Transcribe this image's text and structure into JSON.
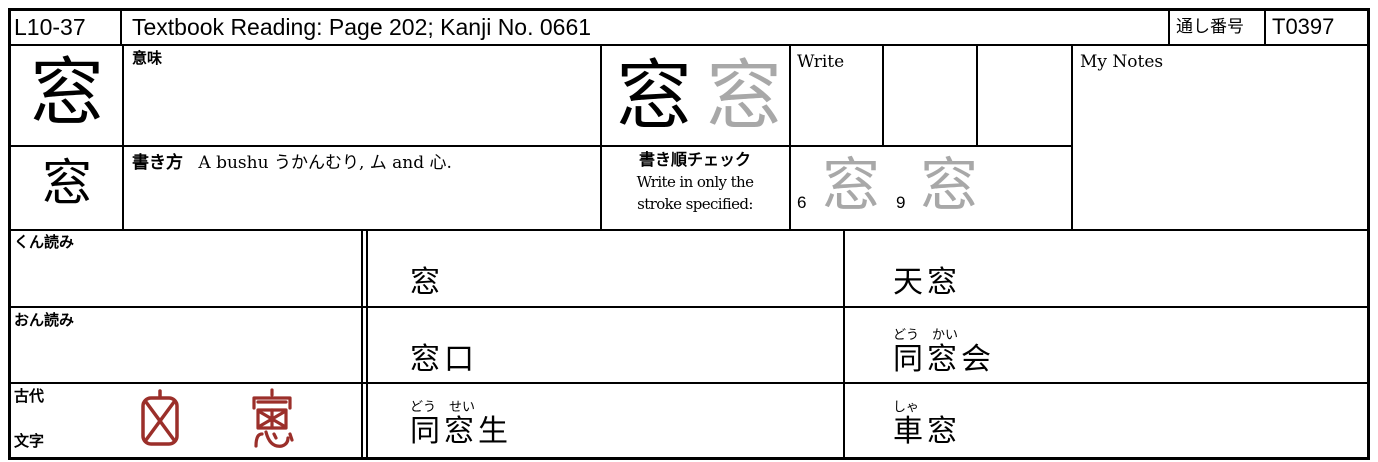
{
  "header": {
    "lesson_code": "L10-37",
    "title": "Textbook Reading: Page 202; Kanji No. 0661",
    "serial_label": "通し番号",
    "serial_value": "T0397"
  },
  "kanji": {
    "main": "窓",
    "small": "窓",
    "model": "窓",
    "trace": "窓"
  },
  "meaning": {
    "label": "意味",
    "value": ""
  },
  "write": {
    "label": "Write",
    "boxes": [
      "",
      "",
      ""
    ]
  },
  "notes": {
    "label": "My Notes",
    "value": ""
  },
  "how_to_write": {
    "label": "書き方",
    "text": "A bushu うかんむり, ム and 心."
  },
  "stroke_check": {
    "label": "書き順チェック",
    "instruction_line1": "Write in only the",
    "instruction_line2": "stroke specified:",
    "items": [
      {
        "number": "6",
        "glyph": "窓"
      },
      {
        "number": "9",
        "glyph": "窓"
      }
    ]
  },
  "readings": {
    "kun_label": "くん読み",
    "on_label": "おん読み",
    "ancient_label_1": "古代",
    "ancient_label_2": "文字"
  },
  "examples": [
    {
      "word": "窓",
      "ruby": ""
    },
    {
      "word": "天窓",
      "ruby": ""
    },
    {
      "word": "窓口",
      "ruby": ""
    },
    {
      "word": "同窓会",
      "ruby": "どう　かい"
    },
    {
      "word": "同窓生",
      "ruby": "どう　せい"
    },
    {
      "word": "車窓",
      "ruby": "しゃ"
    }
  ],
  "colors": {
    "ink": "#000000",
    "gray_kanji": "#a8a8a8",
    "seal_red": "#9b2f2a"
  }
}
